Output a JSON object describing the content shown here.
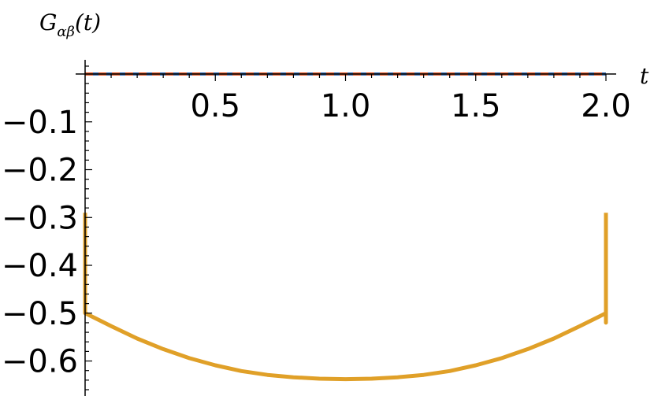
{
  "chart_data": {
    "type": "line",
    "xlabel": "t",
    "ylabel": {
      "main": "G",
      "sub": "αβ",
      "arg": "(t)"
    },
    "xlim": [
      0,
      2.0
    ],
    "ylim": [
      -0.66,
      0.0
    ],
    "x_ticks": [
      0.5,
      1.0,
      1.5,
      2.0
    ],
    "x_tick_labels": [
      "0.5",
      "1.0",
      "1.5",
      "2.0"
    ],
    "y_ticks": [
      -0.1,
      -0.2,
      -0.3,
      -0.4,
      -0.5,
      -0.6
    ],
    "y_tick_labels": [
      "−0.1",
      "−0.2",
      "−0.3",
      "−0.4",
      "−0.5",
      "−0.6"
    ],
    "series": [
      {
        "color": "#3a6fb5",
        "style": "solid",
        "x": [
          0,
          0.5,
          1.0,
          1.5,
          2.0
        ],
        "y": [
          0,
          0,
          0,
          0,
          0
        ]
      },
      {
        "color": "#e0582a",
        "style": "dashed",
        "x": [
          0,
          0.5,
          1.0,
          1.5,
          2.0
        ],
        "y": [
          0,
          0,
          0,
          0,
          0
        ]
      },
      {
        "color": "#e0a028",
        "style": "solid",
        "x": [
          0.0,
          0.0,
          0.1,
          0.2,
          0.3,
          0.4,
          0.5,
          0.6,
          0.7,
          0.8,
          0.9,
          1.0,
          1.1,
          1.2,
          1.3,
          1.4,
          1.5,
          1.6,
          1.7,
          1.8,
          1.9,
          2.0,
          2.0,
          2.0
        ],
        "y": [
          -0.29,
          -0.5,
          -0.527,
          -0.553,
          -0.575,
          -0.594,
          -0.609,
          -0.621,
          -0.629,
          -0.634,
          -0.637,
          -0.638,
          -0.637,
          -0.634,
          -0.629,
          -0.621,
          -0.609,
          -0.594,
          -0.575,
          -0.553,
          -0.527,
          -0.5,
          -0.52,
          -0.29
        ]
      }
    ]
  }
}
